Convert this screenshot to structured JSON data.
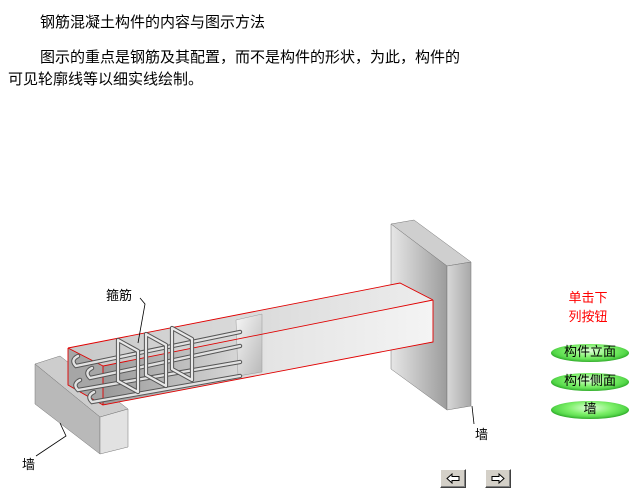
{
  "heading": "钢筋混凝土构件的内容与图示方法",
  "paragraph": {
    "line1": "图示的重点是钢筋及其配置，而不是构件的形状，为此，构件的",
    "line2": "可见轮廓线等以细实线绘制。"
  },
  "diagram": {
    "stirrup_label": "箍筋",
    "wall_left_label": "墙",
    "wall_right_label": "墙"
  },
  "side_panel": {
    "hint_line1": "单击下",
    "hint_line2": "列按钮",
    "buttons": [
      "构件立面",
      "构件侧面",
      "墙"
    ]
  },
  "navigation": {
    "prev_icon": "left-arrow-icon",
    "next_icon": "right-arrow-icon"
  },
  "colors": {
    "outline_red": "#e00000",
    "button_green": "#19b61a",
    "hint_red": "#ff0000"
  }
}
